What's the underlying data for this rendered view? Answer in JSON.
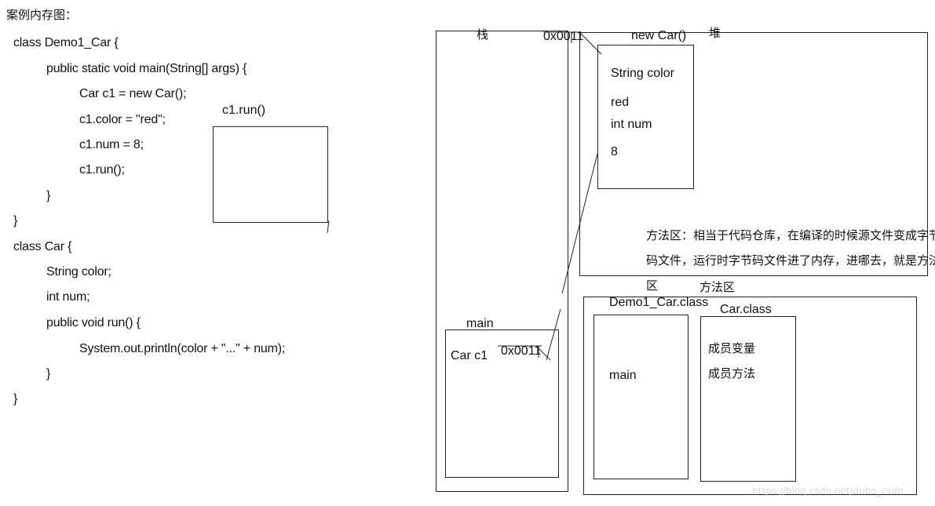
{
  "heading": "案例内存图：",
  "code": {
    "line1": "class Demo1_Car {",
    "line2": "public static void main(String[] args) {",
    "line3": "Car c1 = new Car();",
    "line4": "c1.color = \"red\";",
    "line5": "c1.num = 8;",
    "line6": "c1.run();",
    "line7": "}",
    "line8": "}",
    "line9": "class Car {",
    "line10": "String color;",
    "line11": "int num;",
    "line12": "public void run() {",
    "line13": "System.out.println(color + \"...\" + num);",
    "line14": "}",
    "line15": "}"
  },
  "run_frame": {
    "label": "c1.run()"
  },
  "stack": {
    "label": "栈",
    "main_frame": {
      "label": "main",
      "var": "Car c1",
      "address": "0x0011"
    }
  },
  "heap": {
    "label": "堆",
    "address": "0x0011",
    "object_label": "new Car()",
    "object": {
      "field1": "String color",
      "value1": "red",
      "field2": "int num",
      "value2": "8"
    },
    "note_line1": "方法区：相当于代码仓库，在编译的时候源文件变成字节",
    "note_line2": "码文件，运行时字节码文件进了内存，进哪去，就是方法",
    "note_line3": "区"
  },
  "method_area": {
    "label": "方法区",
    "demo_class": {
      "label": "Demo1_Car.class",
      "content": "main"
    },
    "car_class": {
      "label": "Car.class",
      "member1": "成员变量",
      "member2": "成员方法"
    }
  },
  "watermark": "https://blog.csdn.net/dubo_csdn"
}
